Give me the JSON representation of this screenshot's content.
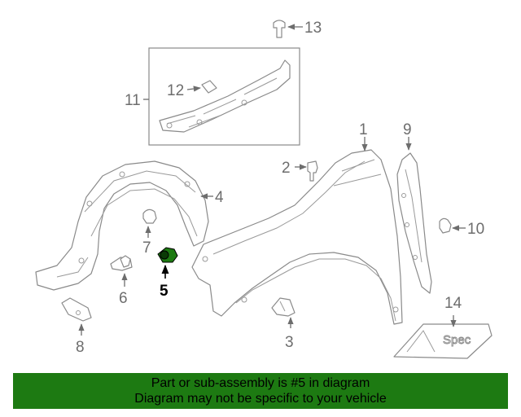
{
  "callouts": {
    "c1": "1",
    "c2": "2",
    "c3": "3",
    "c4": "4",
    "c5": "5",
    "c6": "6",
    "c7": "7",
    "c8": "8",
    "c9": "9",
    "c10": "10",
    "c11": "11",
    "c12": "12",
    "c13": "13",
    "c14": "14"
  },
  "emblem_text": "Spec",
  "highlight_color": "#1d7a12",
  "banner": {
    "line1": "Part or sub-assembly is #5 in diagram",
    "line2": "Diagram may not be specific to your vehicle"
  }
}
